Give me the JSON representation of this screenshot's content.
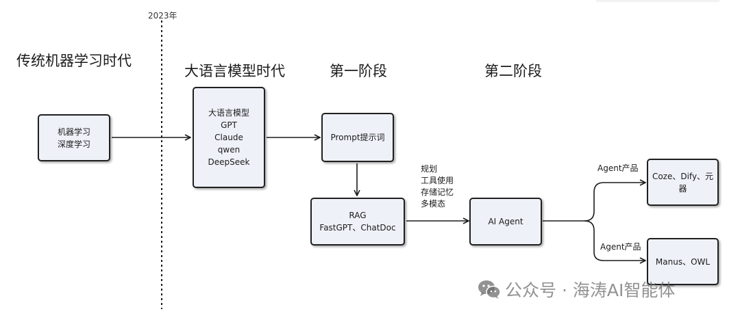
{
  "year_marker": "2023年",
  "eras": {
    "traditional_ml": "传统机器学习时代",
    "llm": "大语言模型时代",
    "stage_one": "第一阶段",
    "stage_two": "第二阶段"
  },
  "nodes": {
    "ml": [
      "机器学习",
      "深度学习"
    ],
    "llm": [
      "大语言模型",
      "GPT",
      "Claude",
      "qwen",
      "DeepSeek"
    ],
    "prompt": [
      "Prompt提示词"
    ],
    "rag": [
      "RAG",
      "FastGPT、ChatDoc"
    ],
    "agent": [
      "AI Agent"
    ],
    "coze": [
      "Coze、Dify、元",
      "器"
    ],
    "manus": [
      "Manus、OWL"
    ]
  },
  "edge_labels": {
    "rag_to_agent": [
      "规划",
      "工具使用",
      "存储记忆",
      "多模态"
    ],
    "agent_to_coze": "Agent产品",
    "agent_to_manus": "Agent产品"
  },
  "watermark": {
    "icon": "wechat-icon",
    "text": "公众号 · 海涛AI智能体",
    "color": "#6e6e6e"
  }
}
